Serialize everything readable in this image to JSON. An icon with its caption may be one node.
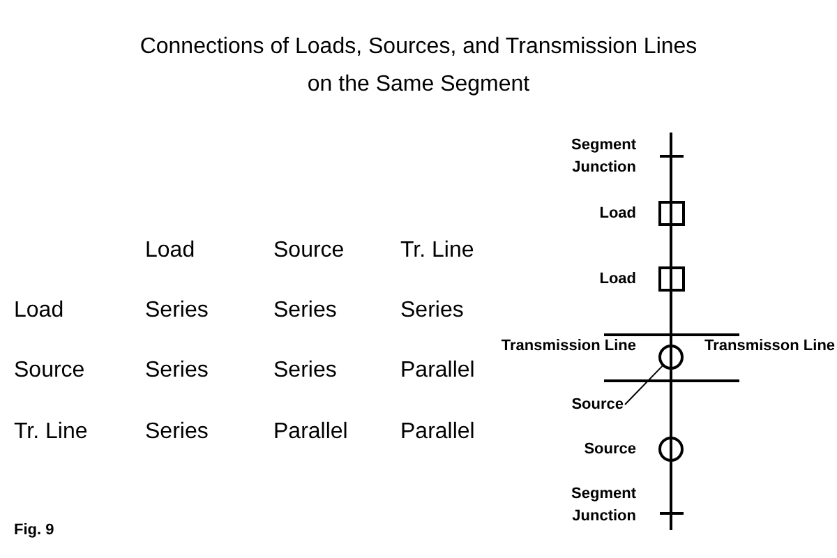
{
  "diagram": {
    "title": "Connections of Loads, Sources, and Transmission Lines on the Same Segment",
    "caption": "Fig. 9",
    "nodes": [
      {
        "text": [
          "Source"
        ]
      },
      {
        "text": [],
        "shape": "circle"
      }
    ],
    "edges": [
      {
        "from": 0,
        "to": 1,
        "arrow": "none"
      }
    ],
    "labels": [
      "Load",
      "Source",
      "Tr. Line",
      "Load",
      "Series",
      "Series",
      "Series",
      "Source",
      "Series",
      "Series",
      "Parallel",
      "Tr. Line",
      "Series",
      "Parallel",
      "Parallel",
      "Segment Junction",
      "Load",
      "Load",
      "Transmission Line",
      "Transmisson Line",
      "Source",
      "Segment Junction"
    ]
  }
}
